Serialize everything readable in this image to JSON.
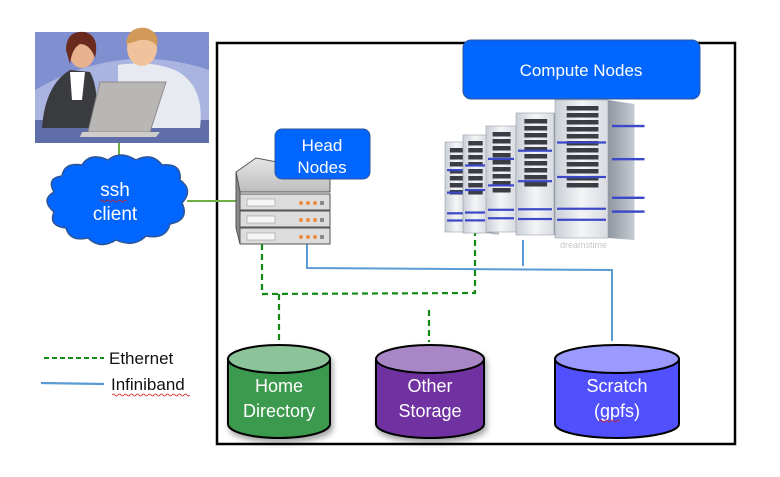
{
  "diagram": {
    "users_illustration": "people-at-laptop",
    "ssh_client": {
      "line1": "ssh",
      "line2": "client",
      "color": "#0066ff"
    },
    "head_nodes": {
      "line1": "Head",
      "line2": "Nodes",
      "color": "#0066ff"
    },
    "compute_nodes": {
      "label": "Compute Nodes",
      "color": "#0066ff"
    },
    "storage": [
      {
        "line1": "Home",
        "line2": "Directory",
        "color": "#3a9a4e",
        "top_color": "#8cc49a",
        "link": "Ethernet"
      },
      {
        "line1": "Other",
        "line2": "Storage",
        "color": "#7030a0",
        "top_color": "#a986c6",
        "link": "Ethernet"
      },
      {
        "line1": "Scratch",
        "line2": "(gpfs)",
        "color": "#5050ff",
        "top_color": "#9a9aff",
        "link": "Infiniband"
      }
    ],
    "watermark": "dreamstime"
  },
  "legend": {
    "items": [
      {
        "label": "Ethernet",
        "style": "dashed",
        "color": "#138a13"
      },
      {
        "label": "Infiniband",
        "style": "solid",
        "color": "#5b9bd5"
      }
    ]
  },
  "colors": {
    "ethernet": "#138a13",
    "infiniband": "#5b9bd5",
    "user_link": "#70ad47",
    "box_border": "#000000"
  }
}
